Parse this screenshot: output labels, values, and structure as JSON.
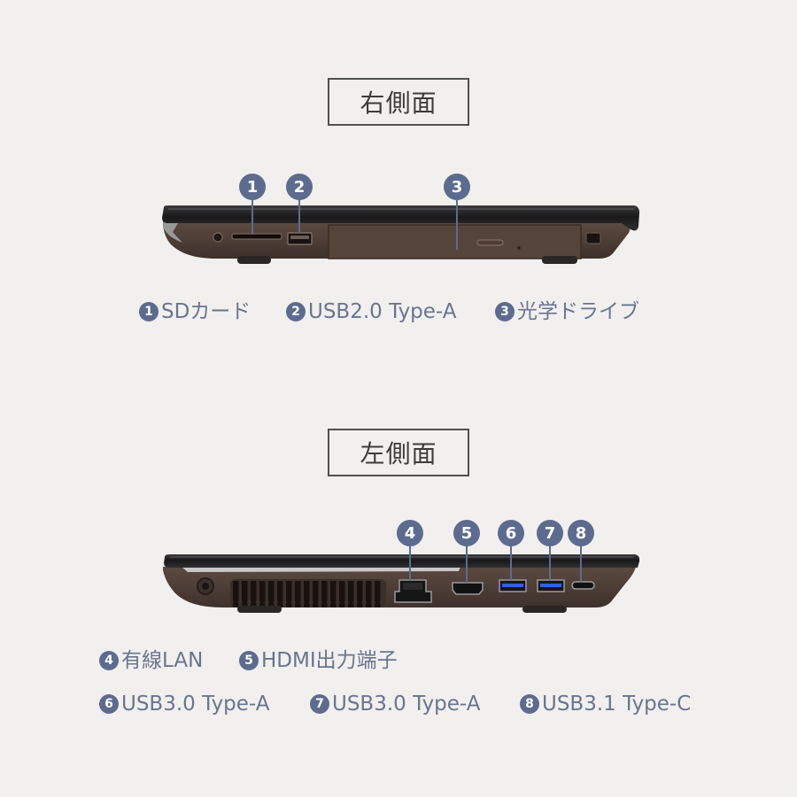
{
  "colors": {
    "background": "#f2f0ee",
    "accent": "#5d6b8e",
    "caption_text": "#69758f",
    "title_text": "#3c3c3c",
    "title_border": "#505050"
  },
  "right_side": {
    "title": "右側面",
    "ports": [
      {
        "num": "1",
        "label": "SDカード"
      },
      {
        "num": "2",
        "label": "USB2.0 Type-A"
      },
      {
        "num": "3",
        "label": "光学ドライブ"
      }
    ]
  },
  "left_side": {
    "title": "左側面",
    "ports": [
      {
        "num": "4",
        "label": "有線LAN"
      },
      {
        "num": "5",
        "label": "HDMI出力端子"
      },
      {
        "num": "6",
        "label": "USB3.0 Type-A"
      },
      {
        "num": "7",
        "label": "USB3.0 Type-A"
      },
      {
        "num": "8",
        "label": "USB3.1 Type-C"
      }
    ]
  }
}
